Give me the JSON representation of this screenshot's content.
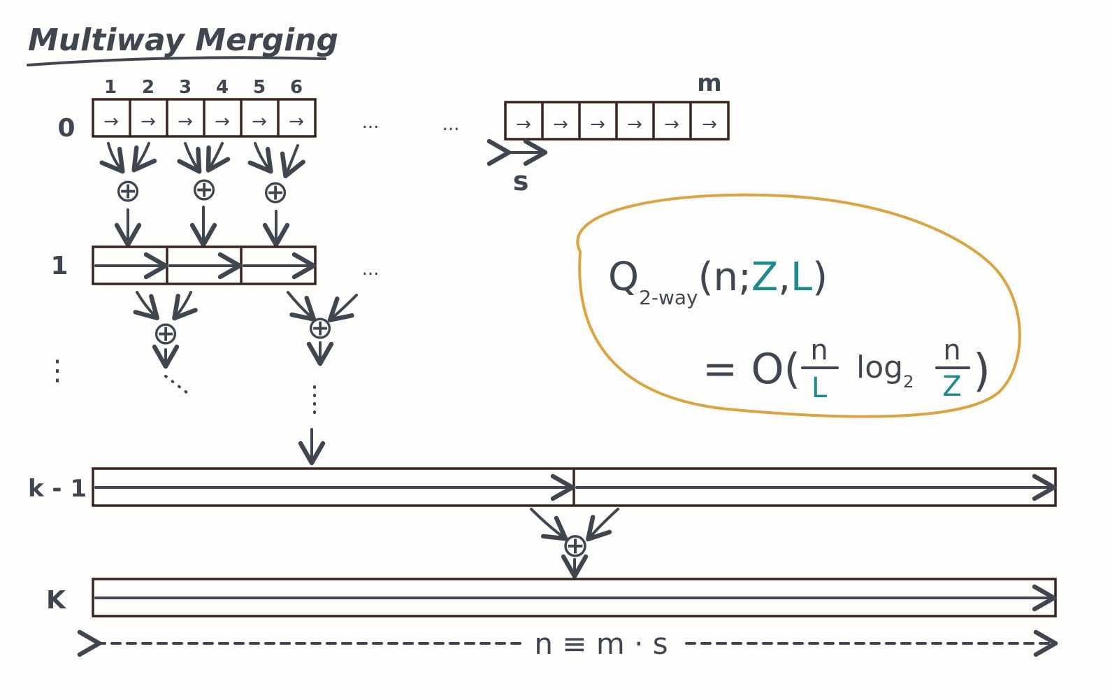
{
  "title": "Multiway Merging",
  "level_labels": {
    "level0": "0",
    "level1": "1",
    "dots": "⋮",
    "level_k_minus_1": "k - 1",
    "level_k": "K"
  },
  "column_numbers": [
    "1",
    "2",
    "3",
    "4",
    "5",
    "6"
  ],
  "m_label": "m",
  "s_label": "s",
  "ellipsis": "...",
  "arrow_glyph": "→",
  "merge_symbol": "⊕",
  "formula": {
    "q": "Q",
    "sub": "2-way",
    "open": "(n;",
    "z": "Z",
    "comma": ",",
    "l": "L",
    "close": ")",
    "equals": "= O(",
    "num1": "n",
    "den1": "L",
    "log": "log",
    "log_sub": "2",
    "num2": "n",
    "den2": "Z",
    "end": ")"
  },
  "bottom_label": "n ≡ m · s",
  "colors": {
    "ink": "#3f4650",
    "box": "#3a2420",
    "accent": "#1f8a8c",
    "bubble": "#d9a441"
  }
}
